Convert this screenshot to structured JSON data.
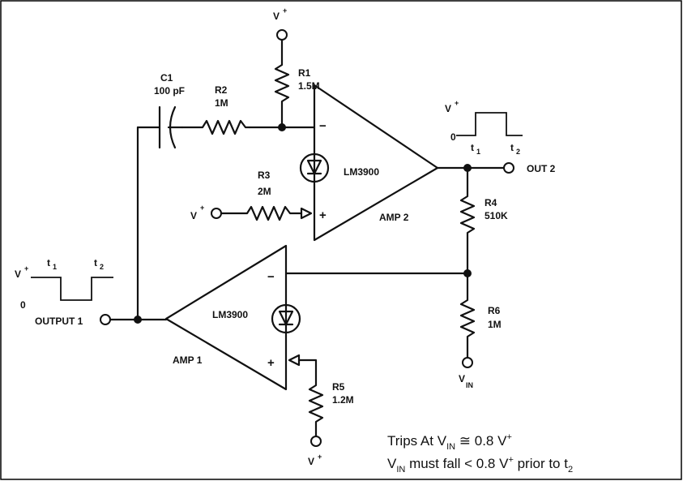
{
  "components": {
    "c1": {
      "ref": "C1",
      "value": "100 pF"
    },
    "r1": {
      "ref": "R1",
      "value": "1.5M"
    },
    "r2": {
      "ref": "R2",
      "value": "1M"
    },
    "r3": {
      "ref": "R3",
      "value": "2M"
    },
    "r4": {
      "ref": "R4",
      "value": "510K"
    },
    "r5": {
      "ref": "R5",
      "value": "1.2M"
    },
    "r6": {
      "ref": "R6",
      "value": "1M"
    }
  },
  "amplifiers": {
    "amp1": {
      "name": "AMP 1",
      "part": "LM3900"
    },
    "amp2": {
      "name": "AMP 2",
      "part": "LM3900"
    }
  },
  "supply": {
    "v_plus": "V",
    "plus": "+",
    "zero": "0"
  },
  "terminals": {
    "output1": "OUTPUT 1",
    "out2": "OUT 2",
    "vin": "V",
    "vin_sub": "IN"
  },
  "waveforms": {
    "t": "t",
    "t1_sub": "1",
    "t2_sub": "2"
  },
  "signs": {
    "minus": "−",
    "plus": "+"
  },
  "notes": {
    "line1_a": "Trips At V",
    "line1_sub": "IN",
    "line1_b": " ≅ 0.8 V",
    "line1_sup": "+",
    "line2_a": "V",
    "line2_sub": "IN",
    "line2_b": " must fall < 0.8 V",
    "line2_sup": "+",
    "line2_c": " prior to t",
    "line2_sub2": "2"
  }
}
